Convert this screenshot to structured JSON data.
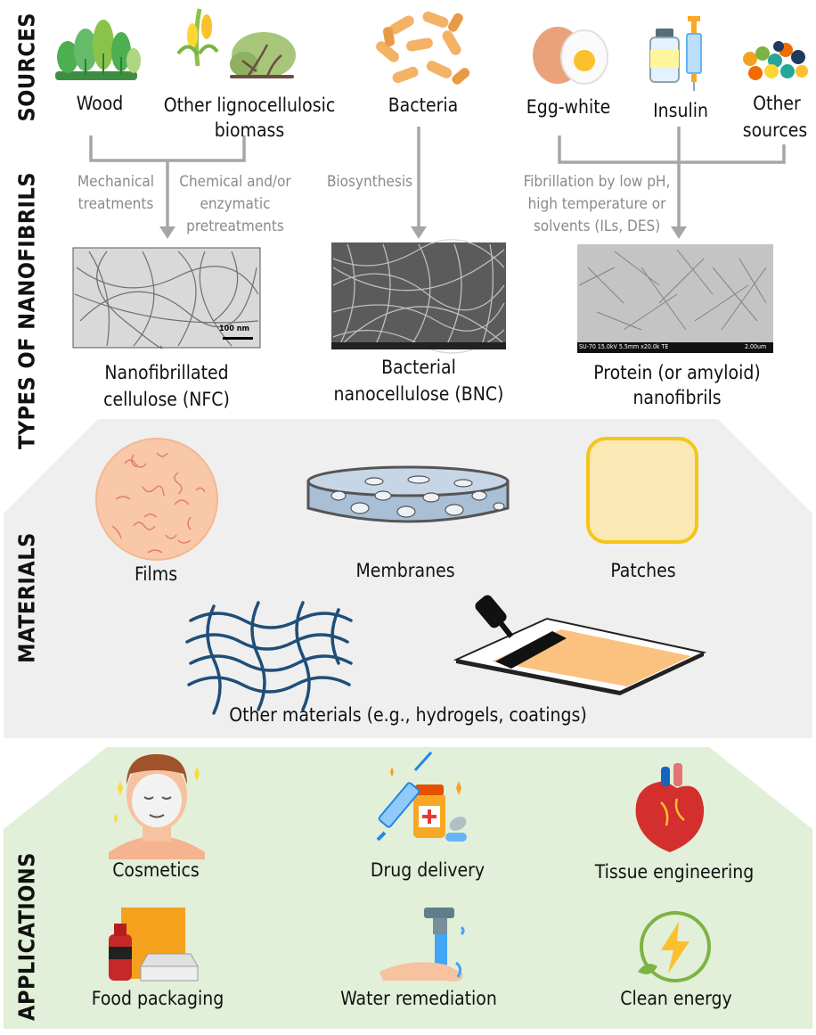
{
  "sections": {
    "sources": "SOURCES",
    "types": "TYPES OF NANOFIBRILS",
    "materials": "MATERIALS",
    "applications": "APPLICATIONS"
  },
  "sources": {
    "wood": "Wood",
    "lignocellulosic_1": "Other lignocellulosic",
    "lignocellulosic_2": "biomass",
    "bacteria": "Bacteria",
    "egg_white": "Egg-white",
    "insulin": "Insulin",
    "other_1": "Other",
    "other_2": "sources"
  },
  "processes": {
    "mechanical_1": "Mechanical",
    "mechanical_2": "treatments",
    "chemical_1": "Chemical and/or",
    "chemical_2": "enzymatic",
    "chemical_3": "pretreatments",
    "biosynthesis": "Biosynthesis",
    "fibrillation_1": "Fibrillation by low pH,",
    "fibrillation_2": "high temperature or",
    "fibrillation_3": "solvents (ILs, DES)"
  },
  "nanofibrils": {
    "nfc_1": "Nanofibrillated",
    "nfc_2": "cellulose (NFC)",
    "bnc_1": "Bacterial",
    "bnc_2": "nanocellulose (BNC)",
    "protein_1": "Protein (or amyloid)",
    "protein_2": "nanofibrils",
    "scale_nfc": "100 nm",
    "scale_protein": "SU-70 15.0kV 5.5mm x20.0k TE",
    "scale_protein_bar": "2.00um"
  },
  "materials": {
    "films": "Films",
    "membranes": "Membranes",
    "patches": "Patches",
    "other": "Other materials (e.g., hydrogels, coatings)"
  },
  "applications": {
    "cosmetics": "Cosmetics",
    "drug_delivery": "Drug delivery",
    "tissue_engineering": "Tissue engineering",
    "food_packaging": "Food packaging",
    "water_remediation": "Water remediation",
    "clean_energy": "Clean energy"
  },
  "colors": {
    "materials_bg": "#efefef",
    "applications_bg": "#e2efd9",
    "connector": "#a6a6a6",
    "film": "#f8c8a8",
    "patch": "#fbe8b4",
    "patch_border": "#f5c518",
    "membrane": "#a9bfd6",
    "fiber": "#1f4e79"
  }
}
